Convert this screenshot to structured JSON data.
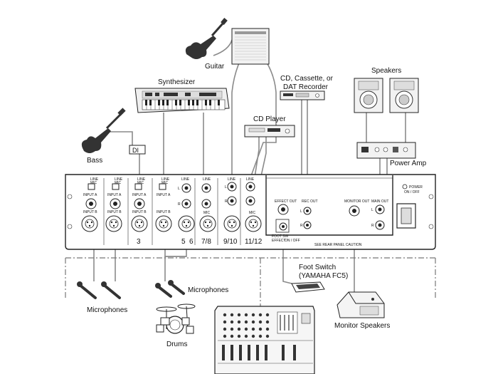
{
  "devices": {
    "guitar": "Guitar",
    "synthesizer": "Synthesizer",
    "recorder_line1": "CD, Cassette, or",
    "recorder_line2": "DAT Recorder",
    "speakers": "Speakers",
    "bass": "Bass",
    "di": "DI",
    "cd_player": "CD Player",
    "power_amp": "Power Amp",
    "microphones_left": "Microphones",
    "microphones_right": "Microphones",
    "drums": "Drums",
    "foot_switch_line1": "Foot Switch",
    "foot_switch_line2": "(YAMAHA FC5)",
    "monitor_speakers": "Monitor Speakers"
  },
  "panel": {
    "line": "LINE",
    "mic": "MIC",
    "input_a": "INPUT A",
    "input_b": "INPUT B",
    "ch_labels": [
      "3",
      "5",
      "6",
      "7/8",
      "9/10",
      "11/12"
    ],
    "l": "L",
    "r": "R",
    "effect_out": "EFFECT OUT",
    "rec_out": "REC OUT",
    "monitor_out": "MONITOR OUT",
    "main_out": "MAIN OUT",
    "foot_sw": "FOOT SW",
    "effect": "EFFECT",
    "on_off": "ON / OFF",
    "caution": "SEE REAR PANEL CAUTION",
    "power": "POWER",
    "power_state": "ON / OFF"
  }
}
